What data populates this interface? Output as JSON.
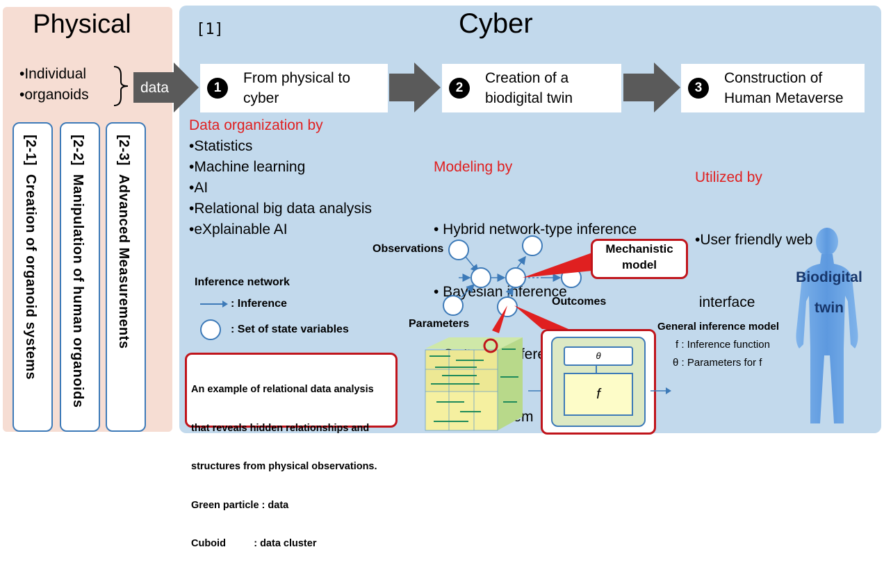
{
  "physical": {
    "title": "Physical",
    "bullets": [
      "•Individual",
      "•organoids"
    ],
    "data_label": "data",
    "boxes": [
      {
        "num": "[2-1]",
        "label": "Creation of organoid systems"
      },
      {
        "num": "[2-2]",
        "label": "Manipulation of human organoids"
      },
      {
        "num": "[2-3]",
        "label": "Advanced Measurements"
      }
    ]
  },
  "cyber": {
    "ref": "[1]",
    "title": "Cyber",
    "steps": [
      {
        "num": "1",
        "line1": "From physical to",
        "line2": "cyber"
      },
      {
        "num": "2",
        "line1": "Creation of a",
        "line2": "biodigital twin"
      },
      {
        "num": "3",
        "line1": "Construction of",
        "line2": "Human Metaverse"
      }
    ],
    "step1_list": {
      "heading": "Data organization by",
      "items": [
        "•Statistics",
        "•Machine learning",
        "•AI",
        "•Relational big data analysis",
        "•eXplainable AI"
      ]
    },
    "step2_list": {
      "heading": "Modeling by",
      "items": [
        "• Hybrid network-type inference",
        "• Bayesian inference",
        "• Ordinary Differential Equation",
        "  (ODE) system"
      ]
    },
    "step3_list": {
      "heading": "Utilized by",
      "items": [
        "•User friendly web",
        " interface"
      ]
    },
    "legend": {
      "title": "Inference network",
      "arrow_label": ": Inference",
      "circle_label": ": Set of state variables"
    },
    "network": {
      "observations": "Observations",
      "parameters": "Parameters",
      "outcomes": "Outcomes",
      "mechanistic_line1": "Mechanistic",
      "mechanistic_line2": "model"
    },
    "relational_callout": [
      "An example of relational data analysis",
      "that reveals hidden relationships and",
      "structures from physical observations.",
      "Green particle : data",
      "Cuboid          : data cluster"
    ],
    "inference_model": {
      "theta": "θ",
      "f": "f",
      "title": "General inference model",
      "line1": "f : Inference function",
      "line2": "θ : Parameters for f"
    },
    "biodigital_twin": {
      "line1": "Biodigital",
      "line2": "twin"
    }
  },
  "colors": {
    "physical_bg": "#f6ddd3",
    "cyber_bg": "#c2d9ec",
    "accent_red": "#e02020",
    "node_blue": "#3d7ab8",
    "twin_navy": "#17366b"
  }
}
